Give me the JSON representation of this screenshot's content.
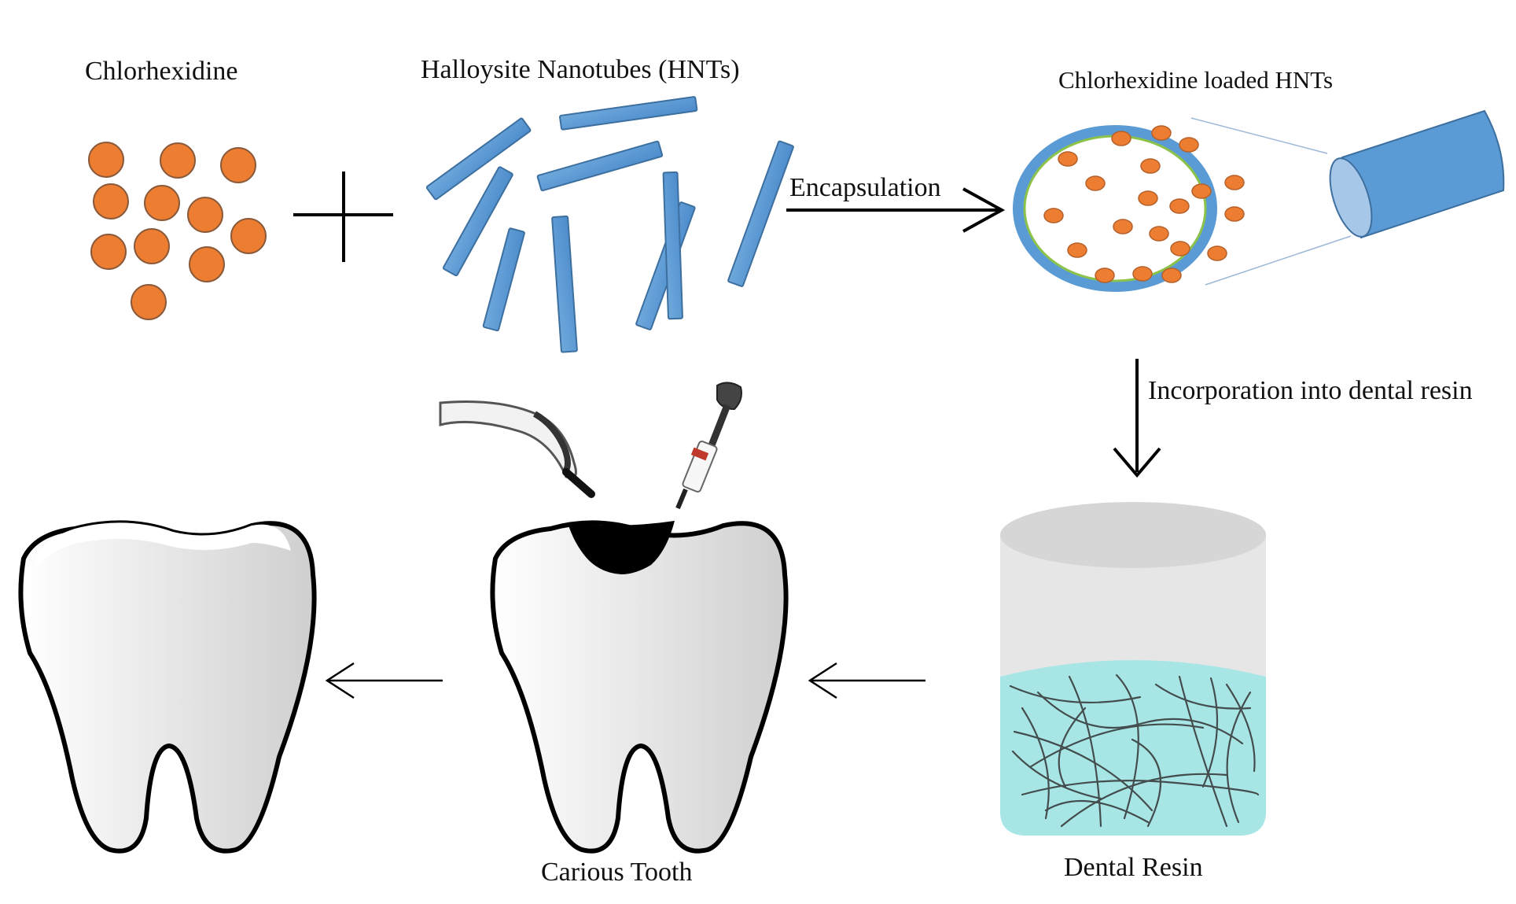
{
  "labels": {
    "chlorhexidine": "Chlorhexidine",
    "hnts": "Halloysite Nanotubes (HNTs)",
    "loaded_hnts": "Chlorhexidine loaded HNTs",
    "encapsulation": "Encapsulation",
    "incorporation": "Incorporation into dental resin",
    "dental_resin": "Dental Resin",
    "carious_tooth": "Carious Tooth"
  },
  "colors": {
    "drug_particle": "#ED7D31",
    "nanotube": "#5B9BD5",
    "resin_liquid": "#A8E6E6",
    "container": "#E6E6E6",
    "outline": "#000000"
  }
}
